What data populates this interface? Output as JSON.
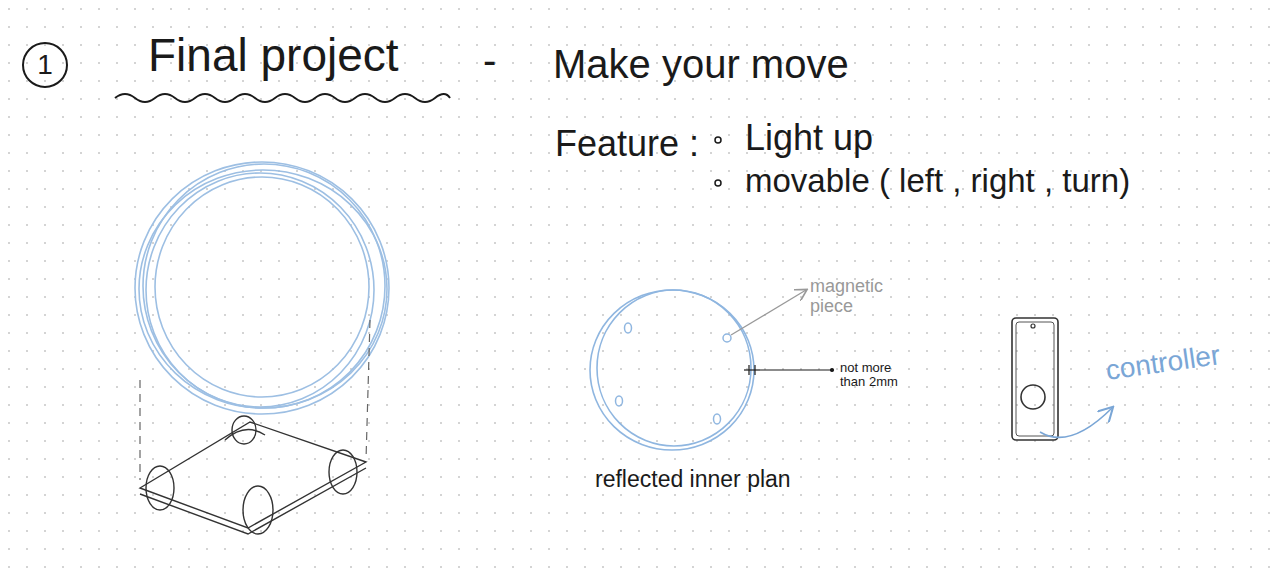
{
  "diagram": {
    "title": "Final project",
    "labels": [
      "1",
      "-",
      "Make your move",
      "Feature :",
      "Light up",
      "movable ( left , right , turn)",
      "magnetic piece",
      "not more than 2mm",
      "reflected inner plan",
      "controller"
    ]
  }
}
